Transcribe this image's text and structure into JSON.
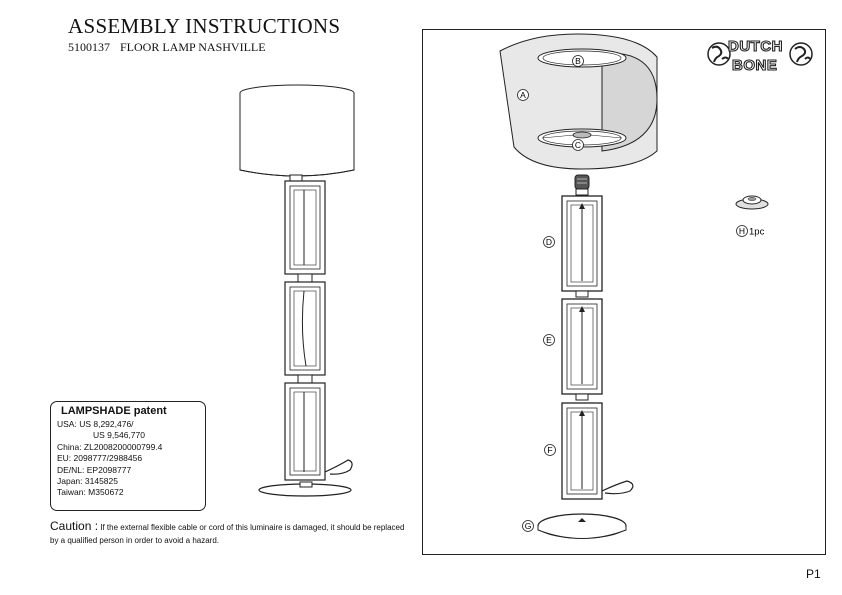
{
  "header": {
    "title": "ASSEMBLY INSTRUCTIONS",
    "product_code": "5100137",
    "product_name": "FLOOR LAMP NASHVILLE"
  },
  "patent": {
    "heading": "LAMPSHADE patent",
    "lines": [
      "USA: US 8,292,476/",
      "US 9,546,770",
      "China: ZL2008200000799.4",
      "EU: 2098777/2988456",
      "DE/NL: EP2098777",
      "Japan: 3145825",
      "Taiwan: M350672"
    ]
  },
  "caution": {
    "label": "Caution :",
    "text": "If the external flexible cable or cord of this luminaire is damaged, it should be replaced by a qualified person in order to avoid a hazard."
  },
  "brand": {
    "line1": "DUTCH",
    "line2": "BONE",
    "logo_icon": "globe-icon"
  },
  "parts": {
    "A": "A",
    "B": "B",
    "C": "C",
    "D": "D",
    "E": "E",
    "F": "F",
    "G": "G",
    "H": "H",
    "H_qty": "1pc"
  },
  "footer": {
    "page": "P1"
  }
}
